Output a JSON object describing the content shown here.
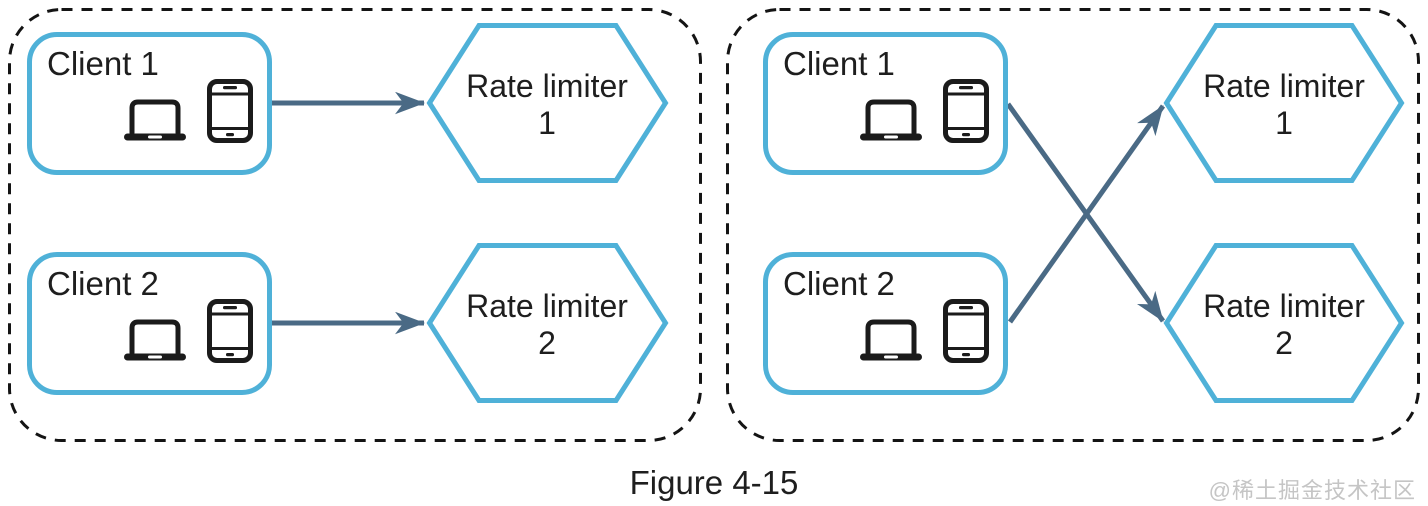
{
  "figure": {
    "caption": "Figure 4-15",
    "watermark": "@稀土掘金技术社区"
  },
  "colors": {
    "node_border": "#4FB1D8",
    "arrow": "#4A6A85",
    "text": "#1E1E1E",
    "panel_border": "#141414",
    "watermark": "#C5C5C5"
  },
  "panels": [
    {
      "id": "left",
      "clients": [
        {
          "label": "Client 1",
          "icons": [
            "laptop-icon",
            "smartphone-icon"
          ]
        },
        {
          "label": "Client 2",
          "icons": [
            "laptop-icon",
            "smartphone-icon"
          ]
        }
      ],
      "rate_limiters": [
        {
          "name": "Rate limiter",
          "number": "1"
        },
        {
          "name": "Rate limiter",
          "number": "2"
        }
      ],
      "connections": [
        {
          "from": "Client 1",
          "to": "Rate limiter 1"
        },
        {
          "from": "Client 2",
          "to": "Rate limiter 2"
        }
      ]
    },
    {
      "id": "right",
      "clients": [
        {
          "label": "Client 1",
          "icons": [
            "laptop-icon",
            "smartphone-icon"
          ]
        },
        {
          "label": "Client 2",
          "icons": [
            "laptop-icon",
            "smartphone-icon"
          ]
        }
      ],
      "rate_limiters": [
        {
          "name": "Rate limiter",
          "number": "1"
        },
        {
          "name": "Rate limiter",
          "number": "2"
        }
      ],
      "connections": [
        {
          "from": "Client 1",
          "to": "Rate limiter 2"
        },
        {
          "from": "Client 2",
          "to": "Rate limiter 1"
        }
      ]
    }
  ]
}
